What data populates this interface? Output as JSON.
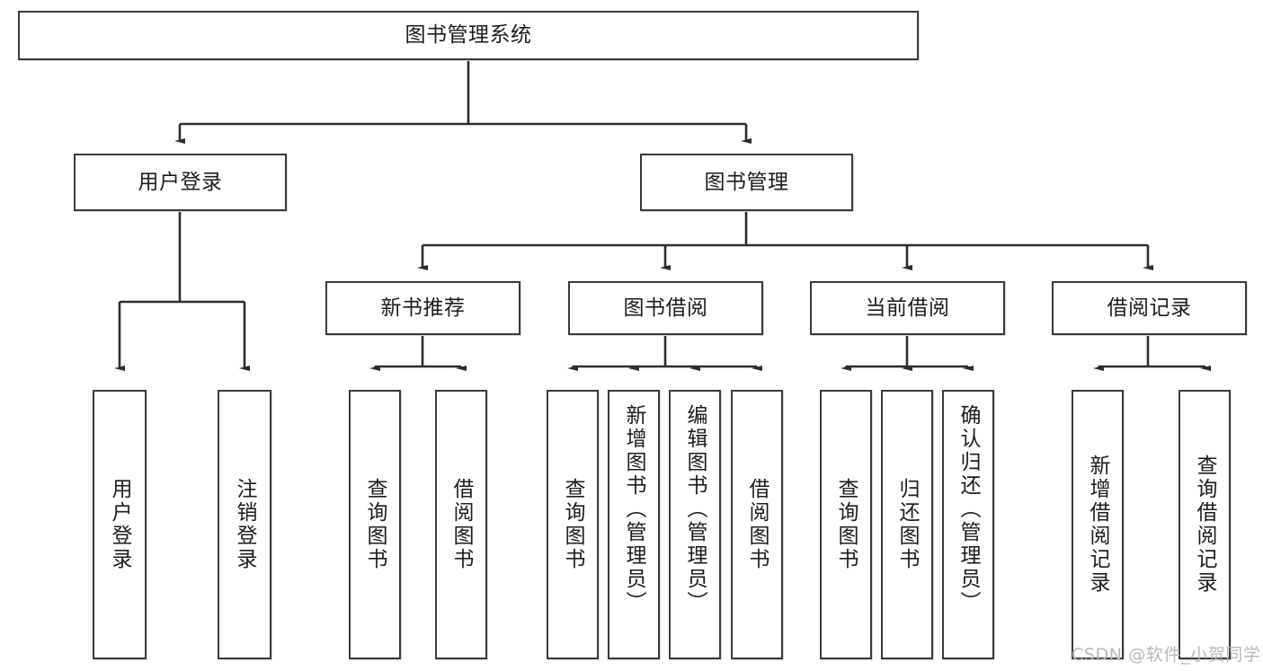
{
  "diagram": {
    "title": "图书管理系统",
    "type": "tree-hierarchy",
    "root": {
      "label": "图书管理系统"
    },
    "level2": [
      {
        "label": "用户登录"
      },
      {
        "label": "图书管理"
      }
    ],
    "level3": [
      {
        "label": "新书推荐"
      },
      {
        "label": "图书借阅"
      },
      {
        "label": "当前借阅"
      },
      {
        "label": "借阅记录"
      }
    ],
    "leaves": {
      "user_login": [
        {
          "label": "用户登录"
        },
        {
          "label": "注销登录"
        }
      ],
      "new_book_recommend": [
        {
          "label": "查询图书"
        },
        {
          "label": "借阅图书"
        }
      ],
      "book_borrow": [
        {
          "label": "查询图书"
        },
        {
          "label": "新增图书（管理员）"
        },
        {
          "label": "编辑图书（管理员）"
        },
        {
          "label": "借阅图书"
        }
      ],
      "current_borrow": [
        {
          "label": "查询图书"
        },
        {
          "label": "归还图书"
        },
        {
          "label": "确认归还（管理员）"
        }
      ],
      "borrow_record": [
        {
          "label": "新增借阅记录"
        },
        {
          "label": "查询借阅记录"
        }
      ]
    }
  },
  "watermark": {
    "text": "CSDN @软件_小贺同学"
  },
  "colors": {
    "stroke": "#3a3a3a",
    "box_fill": "#ffffff",
    "text": "#1d1d1d",
    "watermark": "#b9b9b9",
    "shadow": "#d8d8d8"
  }
}
